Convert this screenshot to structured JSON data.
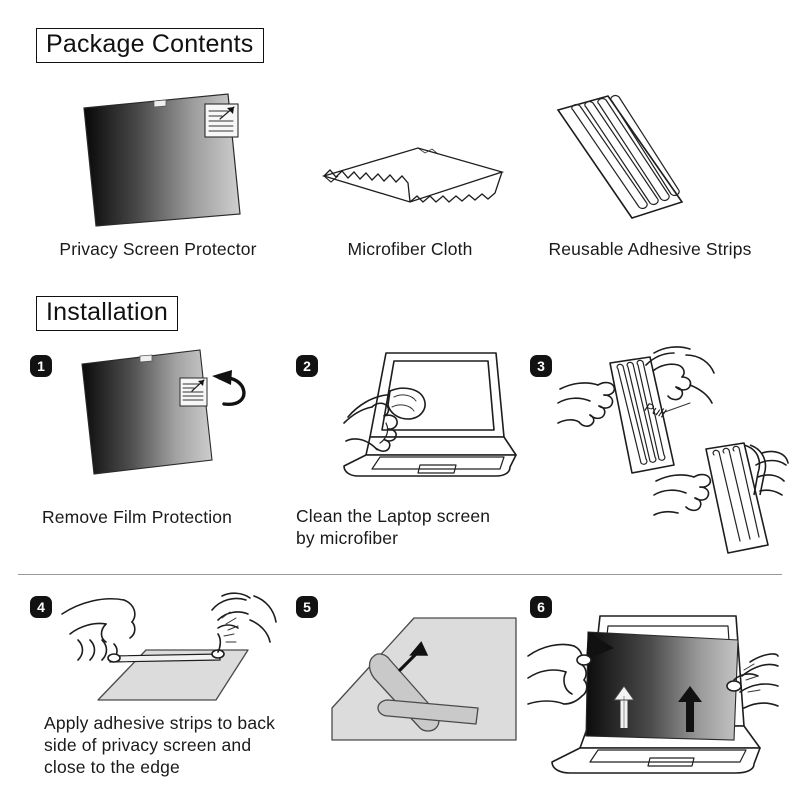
{
  "sections": {
    "package": {
      "title": "Package Contents"
    },
    "installation": {
      "title": "Installation"
    }
  },
  "package_items": [
    {
      "label": "Privacy Screen Protector",
      "icon": "privacy-screen-panel"
    },
    {
      "label": "Microfiber Cloth",
      "icon": "microfiber-cloth"
    },
    {
      "label": "Reusable Adhesive Strips",
      "icon": "adhesive-strip-sheet"
    }
  ],
  "steps": [
    {
      "number": "1",
      "caption": "Remove Film Protection",
      "icon": "screen-with-peel-arrow"
    },
    {
      "number": "2",
      "caption": "Clean the Laptop screen\nby microfiber",
      "icon": "laptop-hand-wipe"
    },
    {
      "number": "3",
      "caption": "",
      "icon": "hands-pulling-strips",
      "annotation": "Pull"
    },
    {
      "number": "4",
      "caption": "Apply adhesive strips to back\nside of privacy screen and\nclose to the edge",
      "icon": "hands-apply-strip"
    },
    {
      "number": "5",
      "caption": "",
      "icon": "strip-peel-corner-arrow"
    },
    {
      "number": "6",
      "caption": "",
      "icon": "laptop-attach-screen"
    }
  ],
  "colors": {
    "ink": "#1d1d1d",
    "badge_bg": "#121212",
    "badge_text": "#ffffff",
    "panel_dark": "#0b0b0b",
    "panel_light": "#c6c6c6",
    "gray_fill": "#dcdcdc",
    "divider": "#9a9a9a"
  }
}
